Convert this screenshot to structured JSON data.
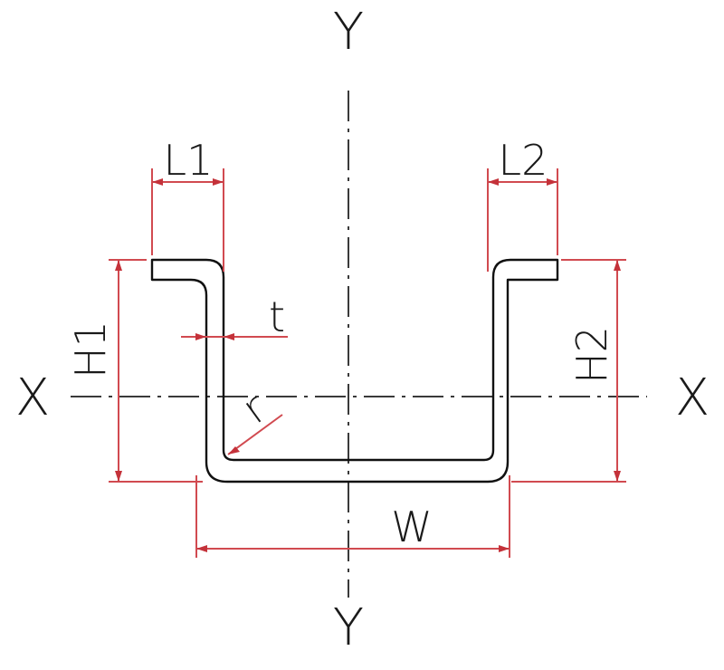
{
  "axes": {
    "vertical_label_top": "Y",
    "vertical_label_bottom": "Y",
    "horizontal_label_left": "X",
    "horizontal_label_right": "X"
  },
  "dimensions": {
    "left_flange": "L1",
    "right_flange": "L2",
    "left_height": "H1",
    "right_height": "H2",
    "thickness": "t",
    "radius": "r",
    "width": "W"
  },
  "colors": {
    "dimension_lines": "#d14a50",
    "profile": "#111111",
    "axis_lines": "#3a3a3a"
  }
}
